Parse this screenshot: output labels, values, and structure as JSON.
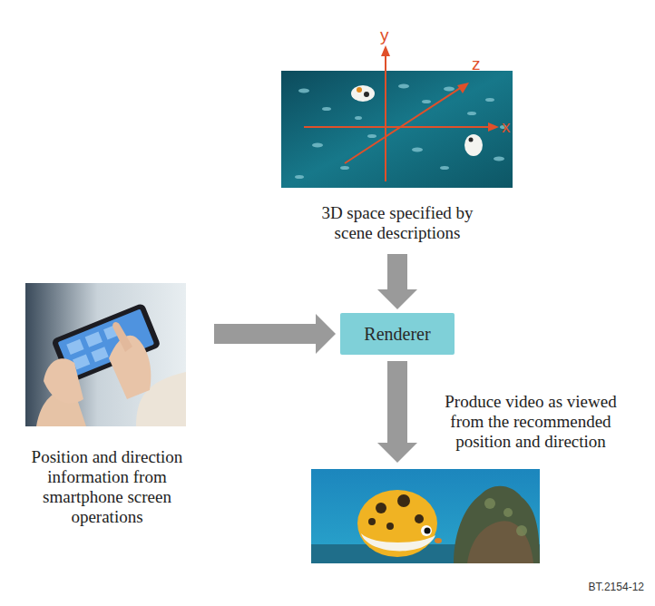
{
  "diagram": {
    "nodes": [
      {
        "text": [
          "3D space specified by scene descriptions"
        ]
      },
      {
        "text": [
          "Position and direction information from smartphone screen operations"
        ]
      },
      {
        "text": [
          "Renderer"
        ]
      }
    ],
    "edges": [
      {
        "from": 0,
        "to": 2,
        "arrow": "to"
      },
      {
        "from": 1,
        "to": 2,
        "arrow": "to"
      }
    ],
    "labels": [
      "y",
      "z",
      "x",
      "Produce video as viewed from the recommended position and direction",
      "BT.2154-12"
    ]
  }
}
